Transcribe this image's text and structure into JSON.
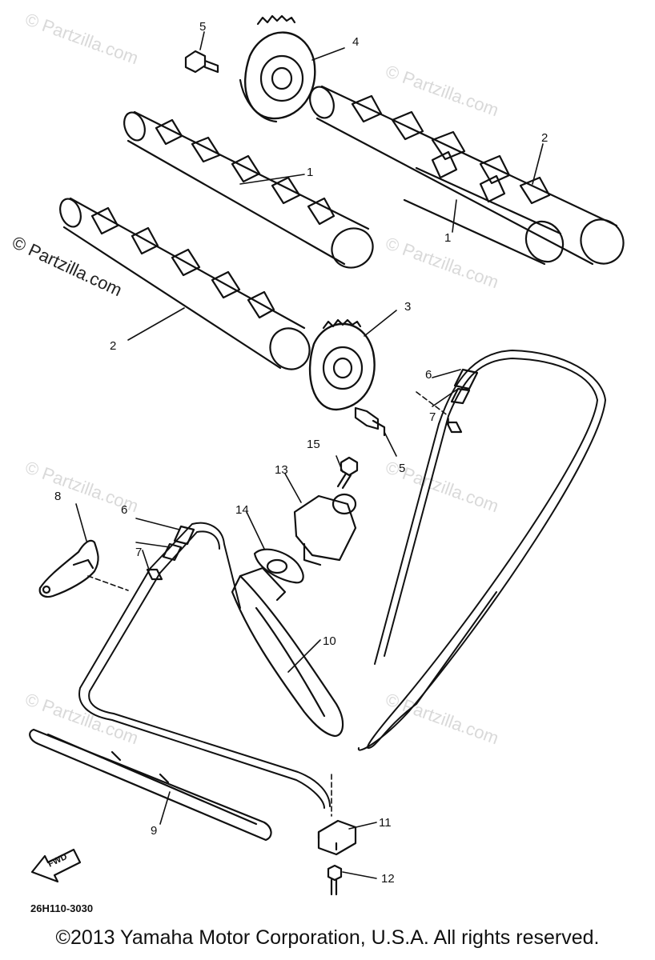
{
  "watermark": "© Partzilla.com",
  "diagram_code": "26H110-3030",
  "fwd_label": "FWD",
  "copyright": "©2013 Yamaha Motor Corporation, U.S.A. All rights reserved.",
  "callouts": {
    "c1a": "1",
    "c1b": "1",
    "c2a": "2",
    "c2b": "2",
    "c3": "3",
    "c4": "4",
    "c5a": "5",
    "c5b": "5",
    "c6a": "6",
    "c6b": "6",
    "c7a": "7",
    "c7b": "7",
    "c8": "8",
    "c9": "9",
    "c10": "10",
    "c11": "11",
    "c12": "12",
    "c13": "13",
    "c14": "14",
    "c15": "15"
  }
}
